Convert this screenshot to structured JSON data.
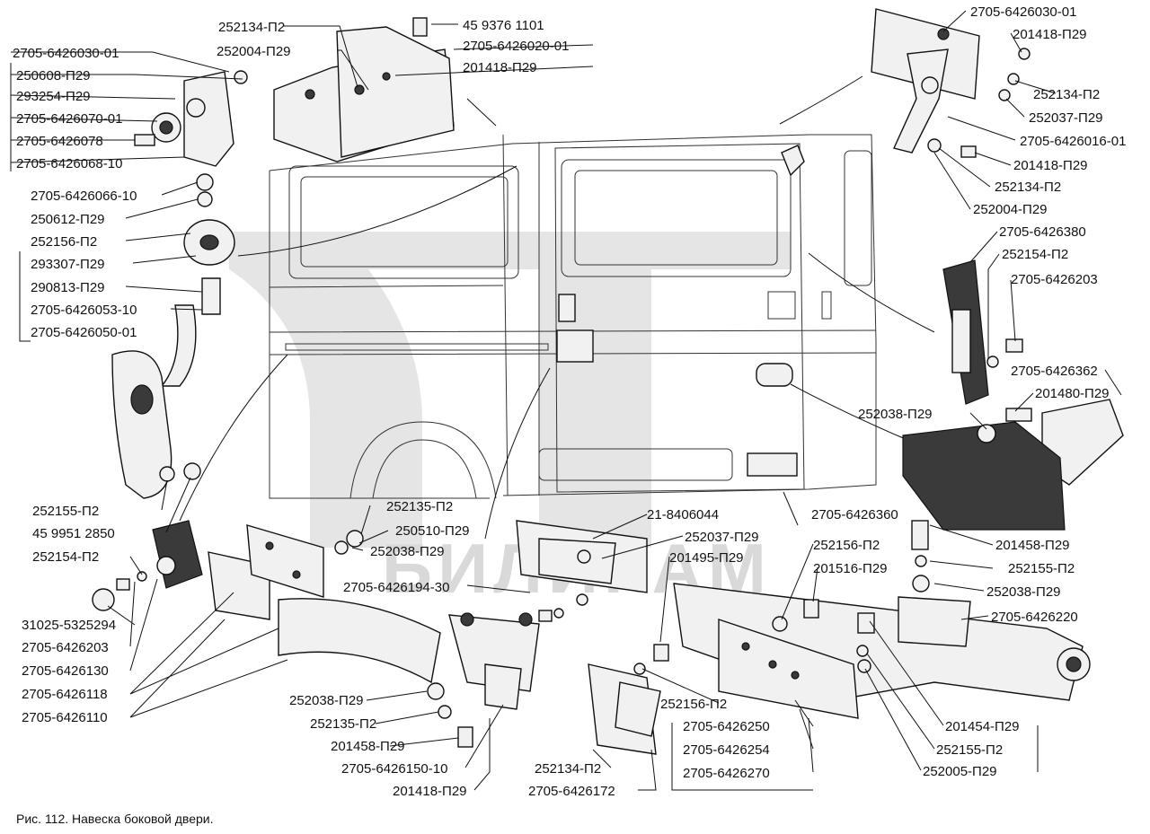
{
  "caption": "Рис. 112. Навеска боковой двери.",
  "watermark": "БИЛИКАМ",
  "labels": [
    "252134-П2",
    "45 9376 1101",
    "252004-П29",
    "2705-6426020-01",
    "2705-6426030-01",
    "201418-П29",
    "250608-П29",
    "293254-П29",
    "2705-6426070-01",
    "2705-6426078",
    "2705-6426068-10",
    "2705-6426066-10",
    "250612-П29",
    "252156-П2",
    "293307-П29",
    "290813-П29",
    "2705-6426053-10",
    "2705-6426050-01",
    "2705-6426030-01",
    "201418-П29",
    "252134-П2",
    "252037-П29",
    "2705-6426016-01",
    "201418-П29",
    "252134-П2",
    "252004-П29",
    "2705-6426380",
    "252154-П2",
    "2705-6426203",
    "2705-6426362",
    "201480-П29",
    "252038-П29",
    "2705-6426360",
    "252155-П2",
    "45 9951 2850",
    "252154-П2",
    "31025-5325294",
    "2705-6426203",
    "2705-6426130",
    "2705-6426118",
    "2705-6426110",
    "252135-П2",
    "250510-П29",
    "252038-П29",
    "21-8406044",
    "252037-П29",
    "201495-П29",
    "2705-6426194-30",
    "252156-П2",
    "201516-П29",
    "201458-П29",
    "252155-П2",
    "252038-П29",
    "2705-6426220",
    "252038-П29",
    "252135-П2",
    "201458-П29",
    "2705-6426150-10",
    "201418-П29",
    "252156-П2",
    "252134-П2",
    "2705-6426172",
    "2705-6426250",
    "2705-6426254",
    "2705-6426270",
    "201454-П29",
    "252155-П2",
    "252005-П29"
  ]
}
